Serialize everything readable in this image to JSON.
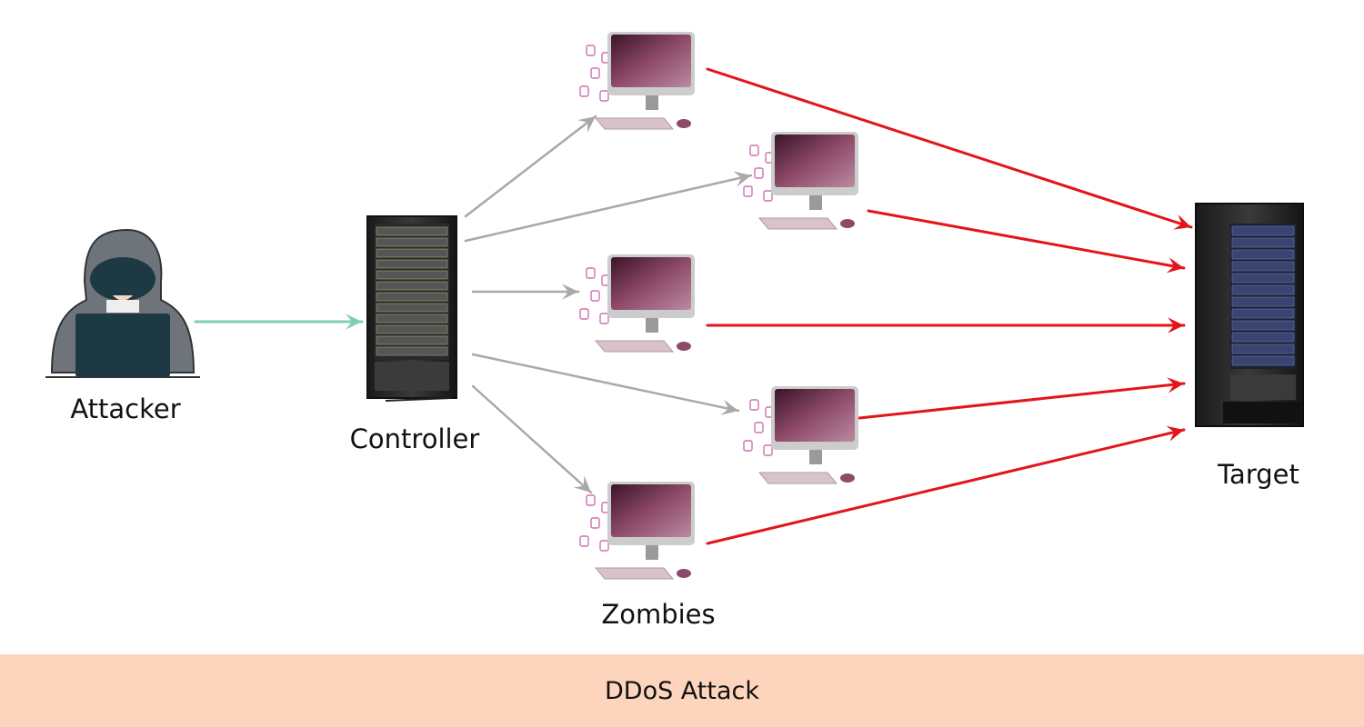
{
  "diagram": {
    "title": "DDoS Attack",
    "nodes": {
      "attacker": {
        "label": "Attacker",
        "icon": "hooded-hacker-icon"
      },
      "controller": {
        "label": "Controller",
        "icon": "server-rack-icon"
      },
      "zombies": {
        "label": "Zombies",
        "icon": "infected-computer-icon",
        "count": 5
      },
      "target": {
        "label": "Target",
        "icon": "server-rack-icon"
      }
    },
    "edges": [
      {
        "from": "attacker",
        "to": "controller",
        "type": "command"
      },
      {
        "from": "controller",
        "to": "zombie-1",
        "type": "control"
      },
      {
        "from": "controller",
        "to": "zombie-2",
        "type": "control"
      },
      {
        "from": "controller",
        "to": "zombie-3",
        "type": "control"
      },
      {
        "from": "controller",
        "to": "zombie-4",
        "type": "control"
      },
      {
        "from": "controller",
        "to": "zombie-5",
        "type": "control"
      },
      {
        "from": "zombie-1",
        "to": "target",
        "type": "attack"
      },
      {
        "from": "zombie-2",
        "to": "target",
        "type": "attack"
      },
      {
        "from": "zombie-3",
        "to": "target",
        "type": "attack"
      },
      {
        "from": "zombie-4",
        "to": "target",
        "type": "attack"
      },
      {
        "from": "zombie-5",
        "to": "target",
        "type": "attack"
      }
    ],
    "colors": {
      "command": "#7fcfb5",
      "control": "#a9a9a9",
      "attack": "#e3141b",
      "footer": "#fdd5bd",
      "zombie_screen": "#8e4a68"
    }
  }
}
